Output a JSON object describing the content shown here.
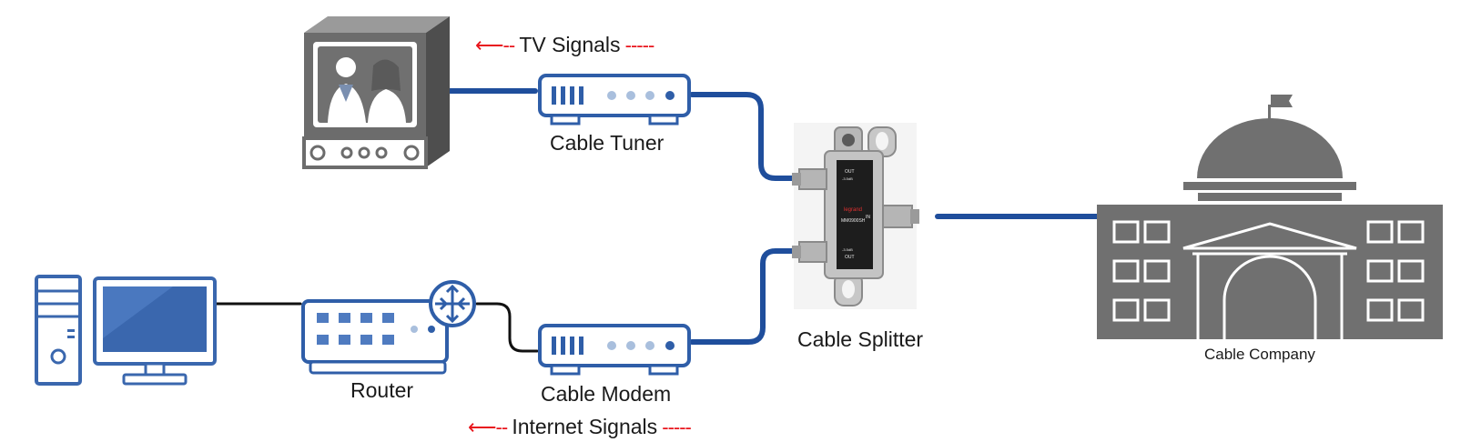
{
  "labels": {
    "tv_signals": "TV Signals",
    "cable_tuner": "Cable Tuner",
    "cable_splitter": "Cable Splitter",
    "router": "Router",
    "cable_modem": "Cable Modem",
    "internet_signals": "Internet Signals",
    "cable_company": "Cable Company"
  },
  "splitter_markings": {
    "brand": "legrand",
    "model": "MM0900SH",
    "in_label": "IN",
    "out_label_1": "OUT",
    "out_label_2": "OUT",
    "rating_1": "-3.5dB",
    "rating_2": "-3.5dB"
  },
  "colors": {
    "cable": "#1f4e9c",
    "network_wire": "#111111",
    "device_blue": "#2f5ea8",
    "device_fill": "#ffffff",
    "light_dot": "#a9bfdd",
    "signal_arrow": "#e8141b",
    "building": "#707070",
    "tv_body": "#6c6c6c"
  },
  "icons": {
    "tv": "television-icon",
    "tuner": "cable-tuner-icon",
    "modem": "cable-modem-icon",
    "router": "router-icon",
    "computer": "desktop-computer-icon",
    "splitter": "coax-splitter-icon",
    "building": "cable-company-building-icon"
  }
}
